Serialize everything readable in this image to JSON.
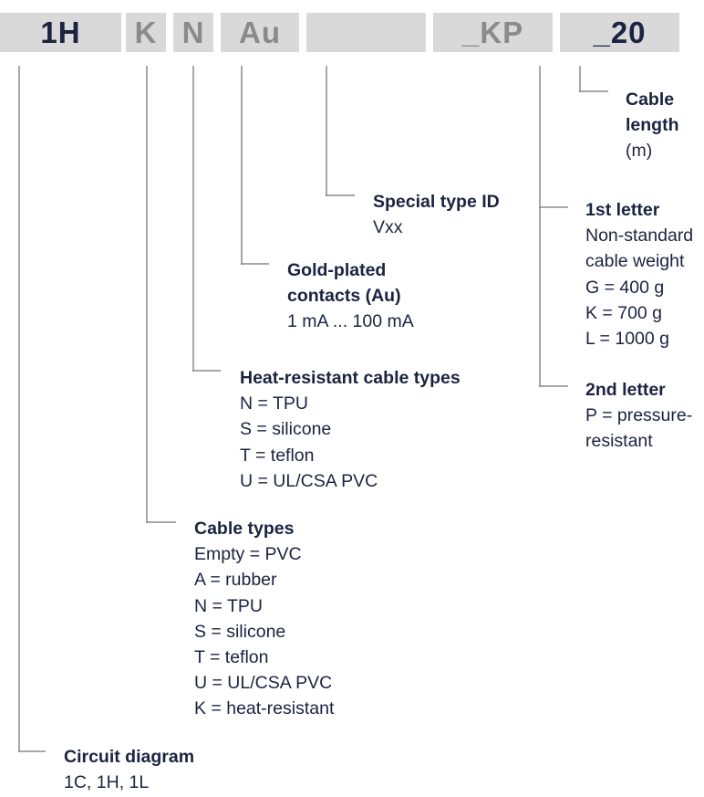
{
  "code_segments": [
    {
      "text": "1H",
      "color": "#1b2340"
    },
    {
      "text": "K",
      "color": "#8a8a8a"
    },
    {
      "text": "N",
      "color": "#8a8a8a"
    },
    {
      "text": "Au",
      "color": "#8a8a8a"
    },
    {
      "text": "",
      "color": "#8a8a8a"
    },
    {
      "text": "_KP",
      "color": "#8a8a8a"
    },
    {
      "text": "_20",
      "color": "#1b2340"
    }
  ],
  "labels": {
    "cable_length": {
      "title_lines": [
        "Cable",
        "length"
      ],
      "lines": [
        "(m)"
      ]
    },
    "special_type": {
      "title_lines": [
        "Special type ID"
      ],
      "lines": [
        "Vxx"
      ]
    },
    "first_letter": {
      "title_lines": [
        "1st letter"
      ],
      "lines": [
        "Non-standard",
        "cable weight",
        "G = 400 g",
        "K = 700 g",
        "L = 1000 g"
      ]
    },
    "gold_plated": {
      "title_lines": [
        "Gold-plated",
        "contacts (Au)"
      ],
      "lines": [
        "1 mA ... 100 mA"
      ]
    },
    "heat_resistant": {
      "title_lines": [
        "Heat-resistant cable types"
      ],
      "lines": [
        "N = TPU",
        "S = silicone",
        "T = teflon",
        "U = UL/CSA PVC"
      ]
    },
    "second_letter": {
      "title_lines": [
        "2nd letter"
      ],
      "lines": [
        "P = pressure-",
        "resistant"
      ]
    },
    "cable_types": {
      "title_lines": [
        "Cable types"
      ],
      "lines": [
        "Empty = PVC",
        "A = rubber",
        "N = TPU",
        "S = silicone",
        "T = teflon",
        "U = UL/CSA PVC",
        "K = heat-resistant"
      ]
    },
    "circuit_diagram": {
      "title_lines": [
        "Circuit diagram"
      ],
      "lines": [
        "1C, 1H, 1L"
      ]
    }
  },
  "colors": {
    "box_background": "#d9d9d9",
    "connector_lines": "#8a8a8a",
    "text_dark": "#1b2340"
  }
}
